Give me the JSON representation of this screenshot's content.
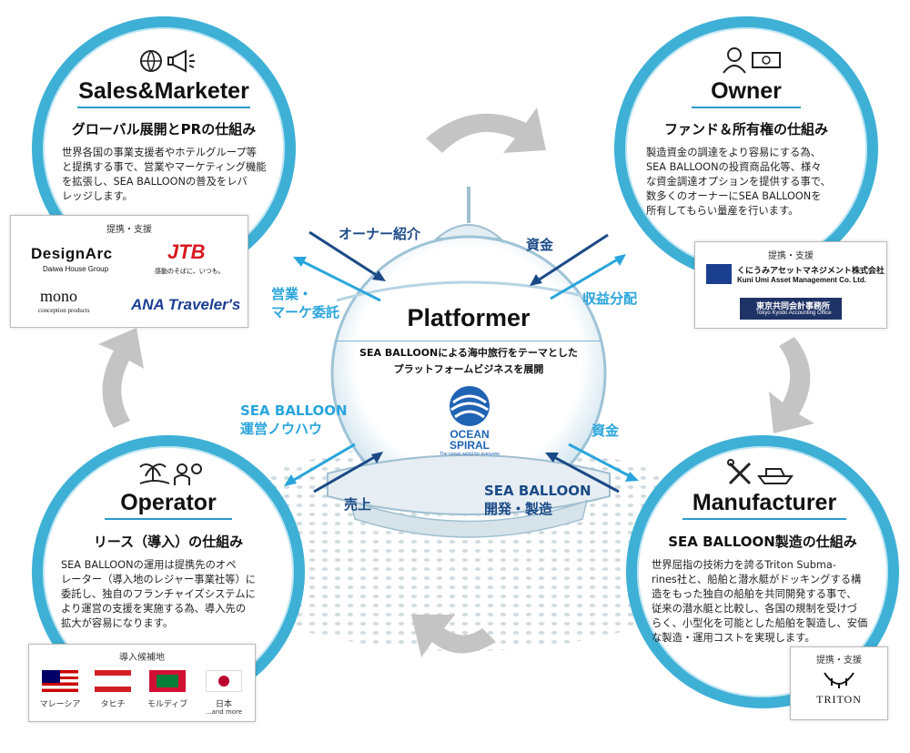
{
  "sales": {
    "title": "Sales&Marketer",
    "subtitle": "グローバル展開とPRの仕組み",
    "desc": [
      "世界各国の事業支援者やホテルグループ等",
      "と提携する事で、営業やマーケティング機能",
      "を拡張し、SEA BALLOONの普及をレバ",
      "レッジします。"
    ],
    "partners_title": "提携・支援",
    "logos": {
      "designarc": "DesignArc",
      "daiwa": "Daiwa House Group",
      "jtb": "JTB",
      "jtb_tag": "感動のそばに、いつも。",
      "mono": "mono",
      "mono_sub": "conception products",
      "ana": "ANA Traveler's"
    },
    "icons": [
      "globe-pin-icon",
      "megaphone-icon"
    ]
  },
  "owner": {
    "title": "Owner",
    "subtitle": "ファンド＆所有権の仕組み",
    "desc": [
      "製造資金の調達をより容易にする為、",
      "SEA BALLOONの投資商品化等、様々",
      "な資金調達オプションを提供する事で、",
      "数多くのオーナーにSEA BALLOONを",
      "所有してもらい量産を行います。"
    ],
    "partners_title": "提携・支援",
    "logos": {
      "kuniumi_jp": "くにうみアセットマネジメント株式会社",
      "kuniumi_en": "Kuni Umi Asset Management Co. Ltd.",
      "tokyo_jp": "東京共同会計事務所",
      "tokyo_en": "Tokyo Kyodo Accounting Office"
    },
    "icons": [
      "person-icon",
      "money-icon"
    ]
  },
  "operator": {
    "title": "Operator",
    "subtitle": "リース（導入）の仕組み",
    "desc": [
      "SEA BALLOONの運用は提携先のオペ",
      "レーター（導入地のレジャー事業社等）に",
      "委託し、独自のフランチャイズシステムに",
      "より運営の支援を実施する為、導入先の",
      "拡大が容易になります。"
    ],
    "candidates_title": "導入候補地",
    "flags": [
      "マレーシア",
      "タヒチ",
      "モルディブ",
      "日本"
    ],
    "and_more": "...and more",
    "icons": [
      "palm-island-icon",
      "staff-icon"
    ]
  },
  "manufacturer": {
    "title": "Manufacturer",
    "subtitle": "SEA BALLOON製造の仕組み",
    "desc": [
      "世界屈指の技術力を誇るTriton Subma-",
      "rines社と、船舶と潜水艇がドッキングする構",
      "造をもった独自の船舶を共同開発する事で、",
      "従来の潜水艇と比較し、各国の規制を受けづ",
      "らく、小型化を可能とした船舶を製造し、安価",
      "な製造・運用コストを実現します。"
    ],
    "partners_title": "提携・支援",
    "logos": {
      "triton": "TRITON"
    },
    "icons": [
      "tools-icon",
      "ship-icon"
    ]
  },
  "platformer": {
    "title": "Platformer",
    "desc": [
      "SEA BALLOONによる海中旅行をテーマとした",
      "プラットフォームビジネスを展開"
    ],
    "logo_line1": "OCEAN",
    "logo_line2": "SPIRAL",
    "logo_tag": "The ocean world for everyone"
  },
  "flows": {
    "owner_intro": "オーナー紹介",
    "funds_top": "資金",
    "sales_commission": [
      "営業・",
      "マーケ委託"
    ],
    "profit_share": "収益分配",
    "operations_knowhow": [
      "SEA BALLOON",
      "運営ノウハウ"
    ],
    "sales_revenue": "売上",
    "funds_bottom": "資金",
    "development": [
      "SEA BALLOON",
      "開発・製造"
    ]
  },
  "colors": {
    "ring": "#3eb0d6",
    "dark_arrow": "#1b4a86",
    "light_arrow": "#29a5dc",
    "cycle_arrow": "#c4c4c4"
  }
}
